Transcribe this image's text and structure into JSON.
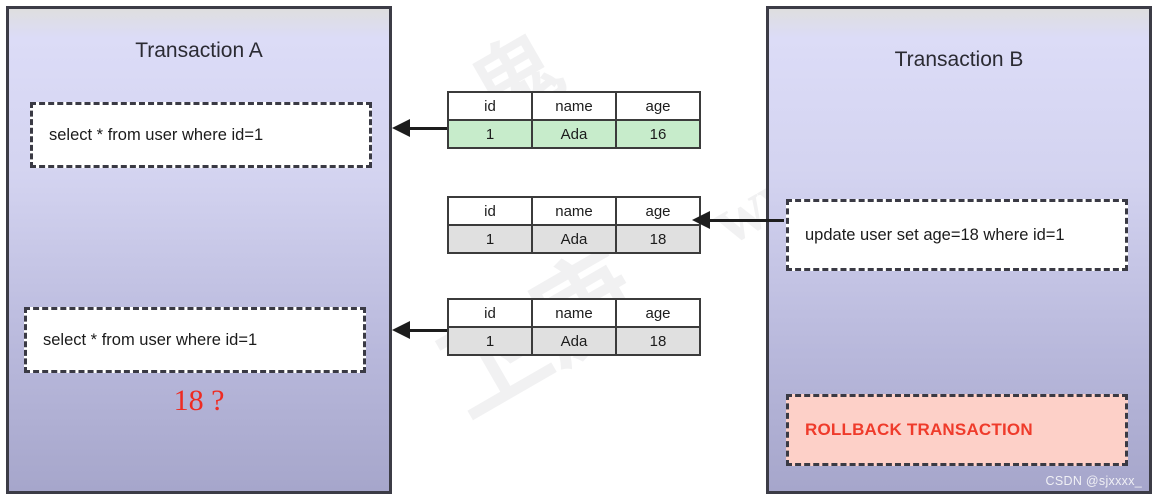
{
  "diagram": {
    "title": "Dirty Read Transaction Diagram",
    "watermark_art": [
      "鬼",
      "卫庚",
      "www.goo"
    ],
    "credit": "CSDN @sjxxxx_"
  },
  "colors": {
    "panel_top": "#dcdcf7",
    "panel_bottom": "#a6a6cb",
    "panel_border": "#3c3c46",
    "table_border": "#3b3b3b",
    "row_green": "#c7eccb",
    "row_grey": "#e0e0e0",
    "rollback_bg": "#fdd0c8",
    "rollback_text": "#ef3b2b",
    "answer_text": "#ee2b22"
  },
  "transaction_a": {
    "title": "Transaction A",
    "statements": [
      {
        "id": "select-1",
        "text": "select * from user where id=1"
      },
      {
        "id": "select-2",
        "text": "select * from user where id=1"
      }
    ],
    "answer": "18  ?"
  },
  "transaction_b": {
    "title": "Transaction B",
    "statements": [
      {
        "id": "update-1",
        "text": "update user set age=18 where id=1"
      },
      {
        "id": "rollback",
        "text": "ROLLBACK TRANSACTION"
      }
    ]
  },
  "tables": [
    {
      "id": "result-table-1",
      "highlight": "green",
      "columns": [
        "id",
        "name",
        "age"
      ],
      "row": [
        "1",
        "Ada",
        "16"
      ]
    },
    {
      "id": "result-table-2",
      "highlight": "grey",
      "columns": [
        "id",
        "name",
        "age"
      ],
      "row": [
        "1",
        "Ada",
        "18"
      ]
    },
    {
      "id": "result-table-3",
      "highlight": "grey",
      "columns": [
        "id",
        "name",
        "age"
      ],
      "row": [
        "1",
        "Ada",
        "18"
      ]
    }
  ],
  "arrows": [
    {
      "id": "arrow-table1-to-select1",
      "direction": "left"
    },
    {
      "id": "arrow-update-to-table2",
      "direction": "left"
    },
    {
      "id": "arrow-table3-to-select2",
      "direction": "left"
    }
  ]
}
